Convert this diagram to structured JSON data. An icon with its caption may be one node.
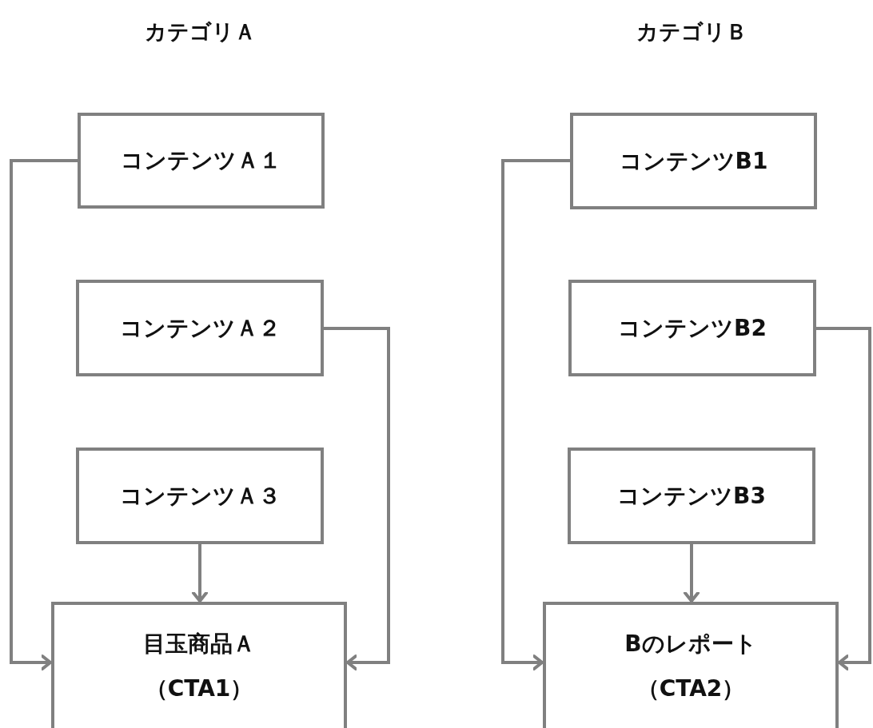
{
  "diagram": {
    "nodes": [
      {
        "text": [
          "コンテンツＡ１"
        ]
      },
      {
        "text": [
          "コンテンツＡ２"
        ]
      },
      {
        "text": [
          "コンテンツＡ３"
        ]
      },
      {
        "text": [
          "目玉商品Ａ",
          "（CTA1）"
        ]
      },
      {
        "text": [
          "コンテンツB1"
        ]
      },
      {
        "text": [
          "コンテンツB2"
        ]
      },
      {
        "text": [
          "コンテンツB3"
        ]
      },
      {
        "text": [
          "Bのレポート",
          "（CTA2）"
        ]
      }
    ],
    "edges": [
      {
        "from": 0,
        "to": 3,
        "arrow": "to"
      },
      {
        "from": 1,
        "to": 3,
        "arrow": "to"
      },
      {
        "from": 2,
        "to": 3,
        "arrow": "to"
      },
      {
        "from": 4,
        "to": 7,
        "arrow": "to"
      },
      {
        "from": 5,
        "to": 7,
        "arrow": "to"
      },
      {
        "from": 6,
        "to": 7,
        "arrow": "to"
      }
    ],
    "labels": [
      "カテゴリＡ",
      "カテゴリＢ"
    ]
  }
}
